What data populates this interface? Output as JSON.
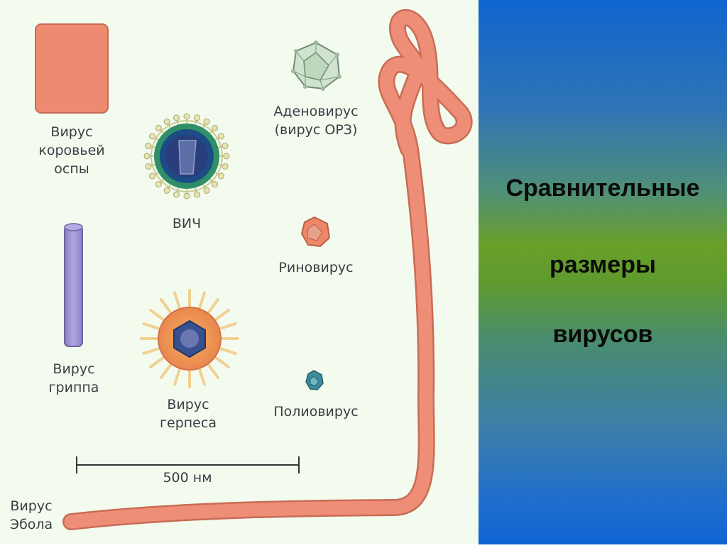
{
  "slide": {
    "title_lines": [
      "Сравнительные",
      "размеры",
      "вирусов"
    ]
  },
  "illustration": {
    "scale_bar_label": "500 нм",
    "viruses": {
      "vaccinia": "Вирус\nкоровьей\nоспы",
      "influenza": "Вирус\nгриппа",
      "hiv": "ВИЧ",
      "herpes": "Вирус\nгерпеса",
      "adenovirus": "Аденовирус\n(вирус ОРЗ)",
      "rhinovirus": "Риновирус",
      "poliovirus": "Полиовирус",
      "ebola": "Вирус\nЭбола"
    }
  },
  "colors": {
    "ebola": "#ef8e76",
    "vaccinia": "#ee8a70",
    "influenza": "#a699d6",
    "hiv_shell": "#2f8f67",
    "herpes_spikes": "#f1d090",
    "adenovirus": "#cfe3cf",
    "rhinovirus": "#ec8868",
    "poliovirus": "#3d8a9a"
  }
}
